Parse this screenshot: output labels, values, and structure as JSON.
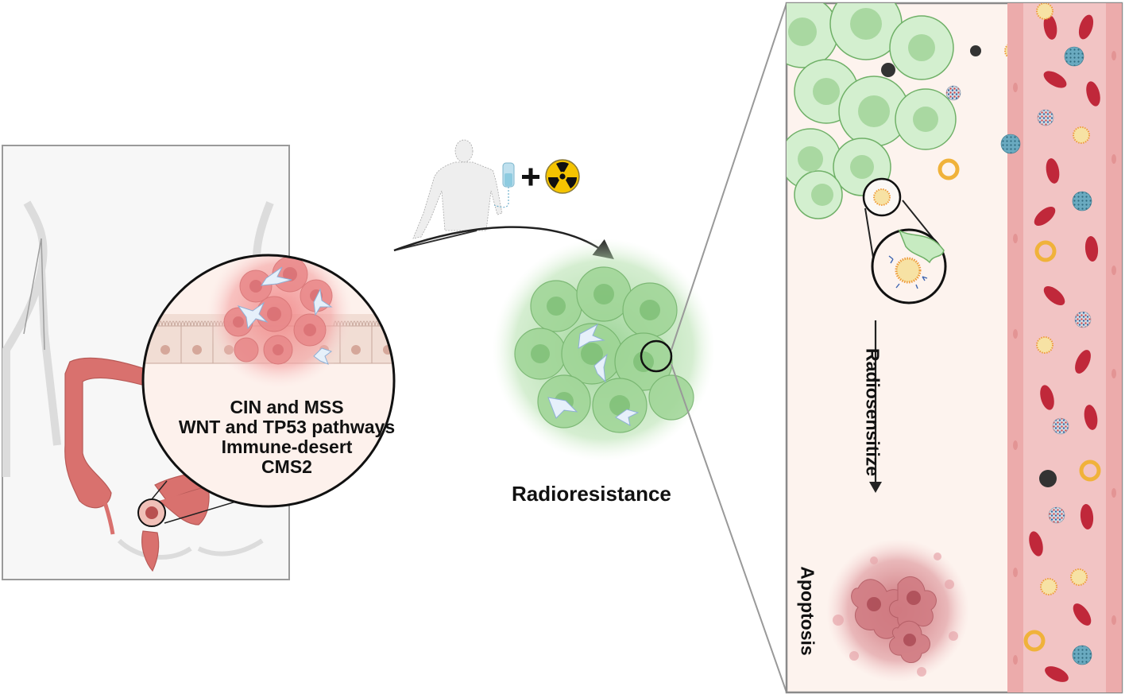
{
  "figure": {
    "left_panel": {
      "features": [
        "CIN and MSS",
        "WNT and TP53 pathways",
        "Immune-desert",
        "CMS2"
      ]
    },
    "treatment": {
      "plus_sign": "+",
      "icons": [
        "patient-silhouette-icon",
        "iv-drip-icon",
        "radiation-hazard-icon"
      ]
    },
    "middle_panel": {
      "label": "Radioresistance"
    },
    "right_panel": {
      "arrow_label": "Radiosensitize",
      "outcome_label": "Apoptosis"
    },
    "colors": {
      "colon": "#d9716e",
      "tumor_pink": "#f0a5a5",
      "resistant_green": "#a8d8a0",
      "tissue_bg": "#fdf3ee",
      "vessel": "#f2c4c4",
      "rbc": "#c0283a",
      "radiation_yellow": "#f5c400",
      "nanoparticle_blue": "#5b9bb0",
      "liposome_gold": "#f0b23a"
    }
  }
}
